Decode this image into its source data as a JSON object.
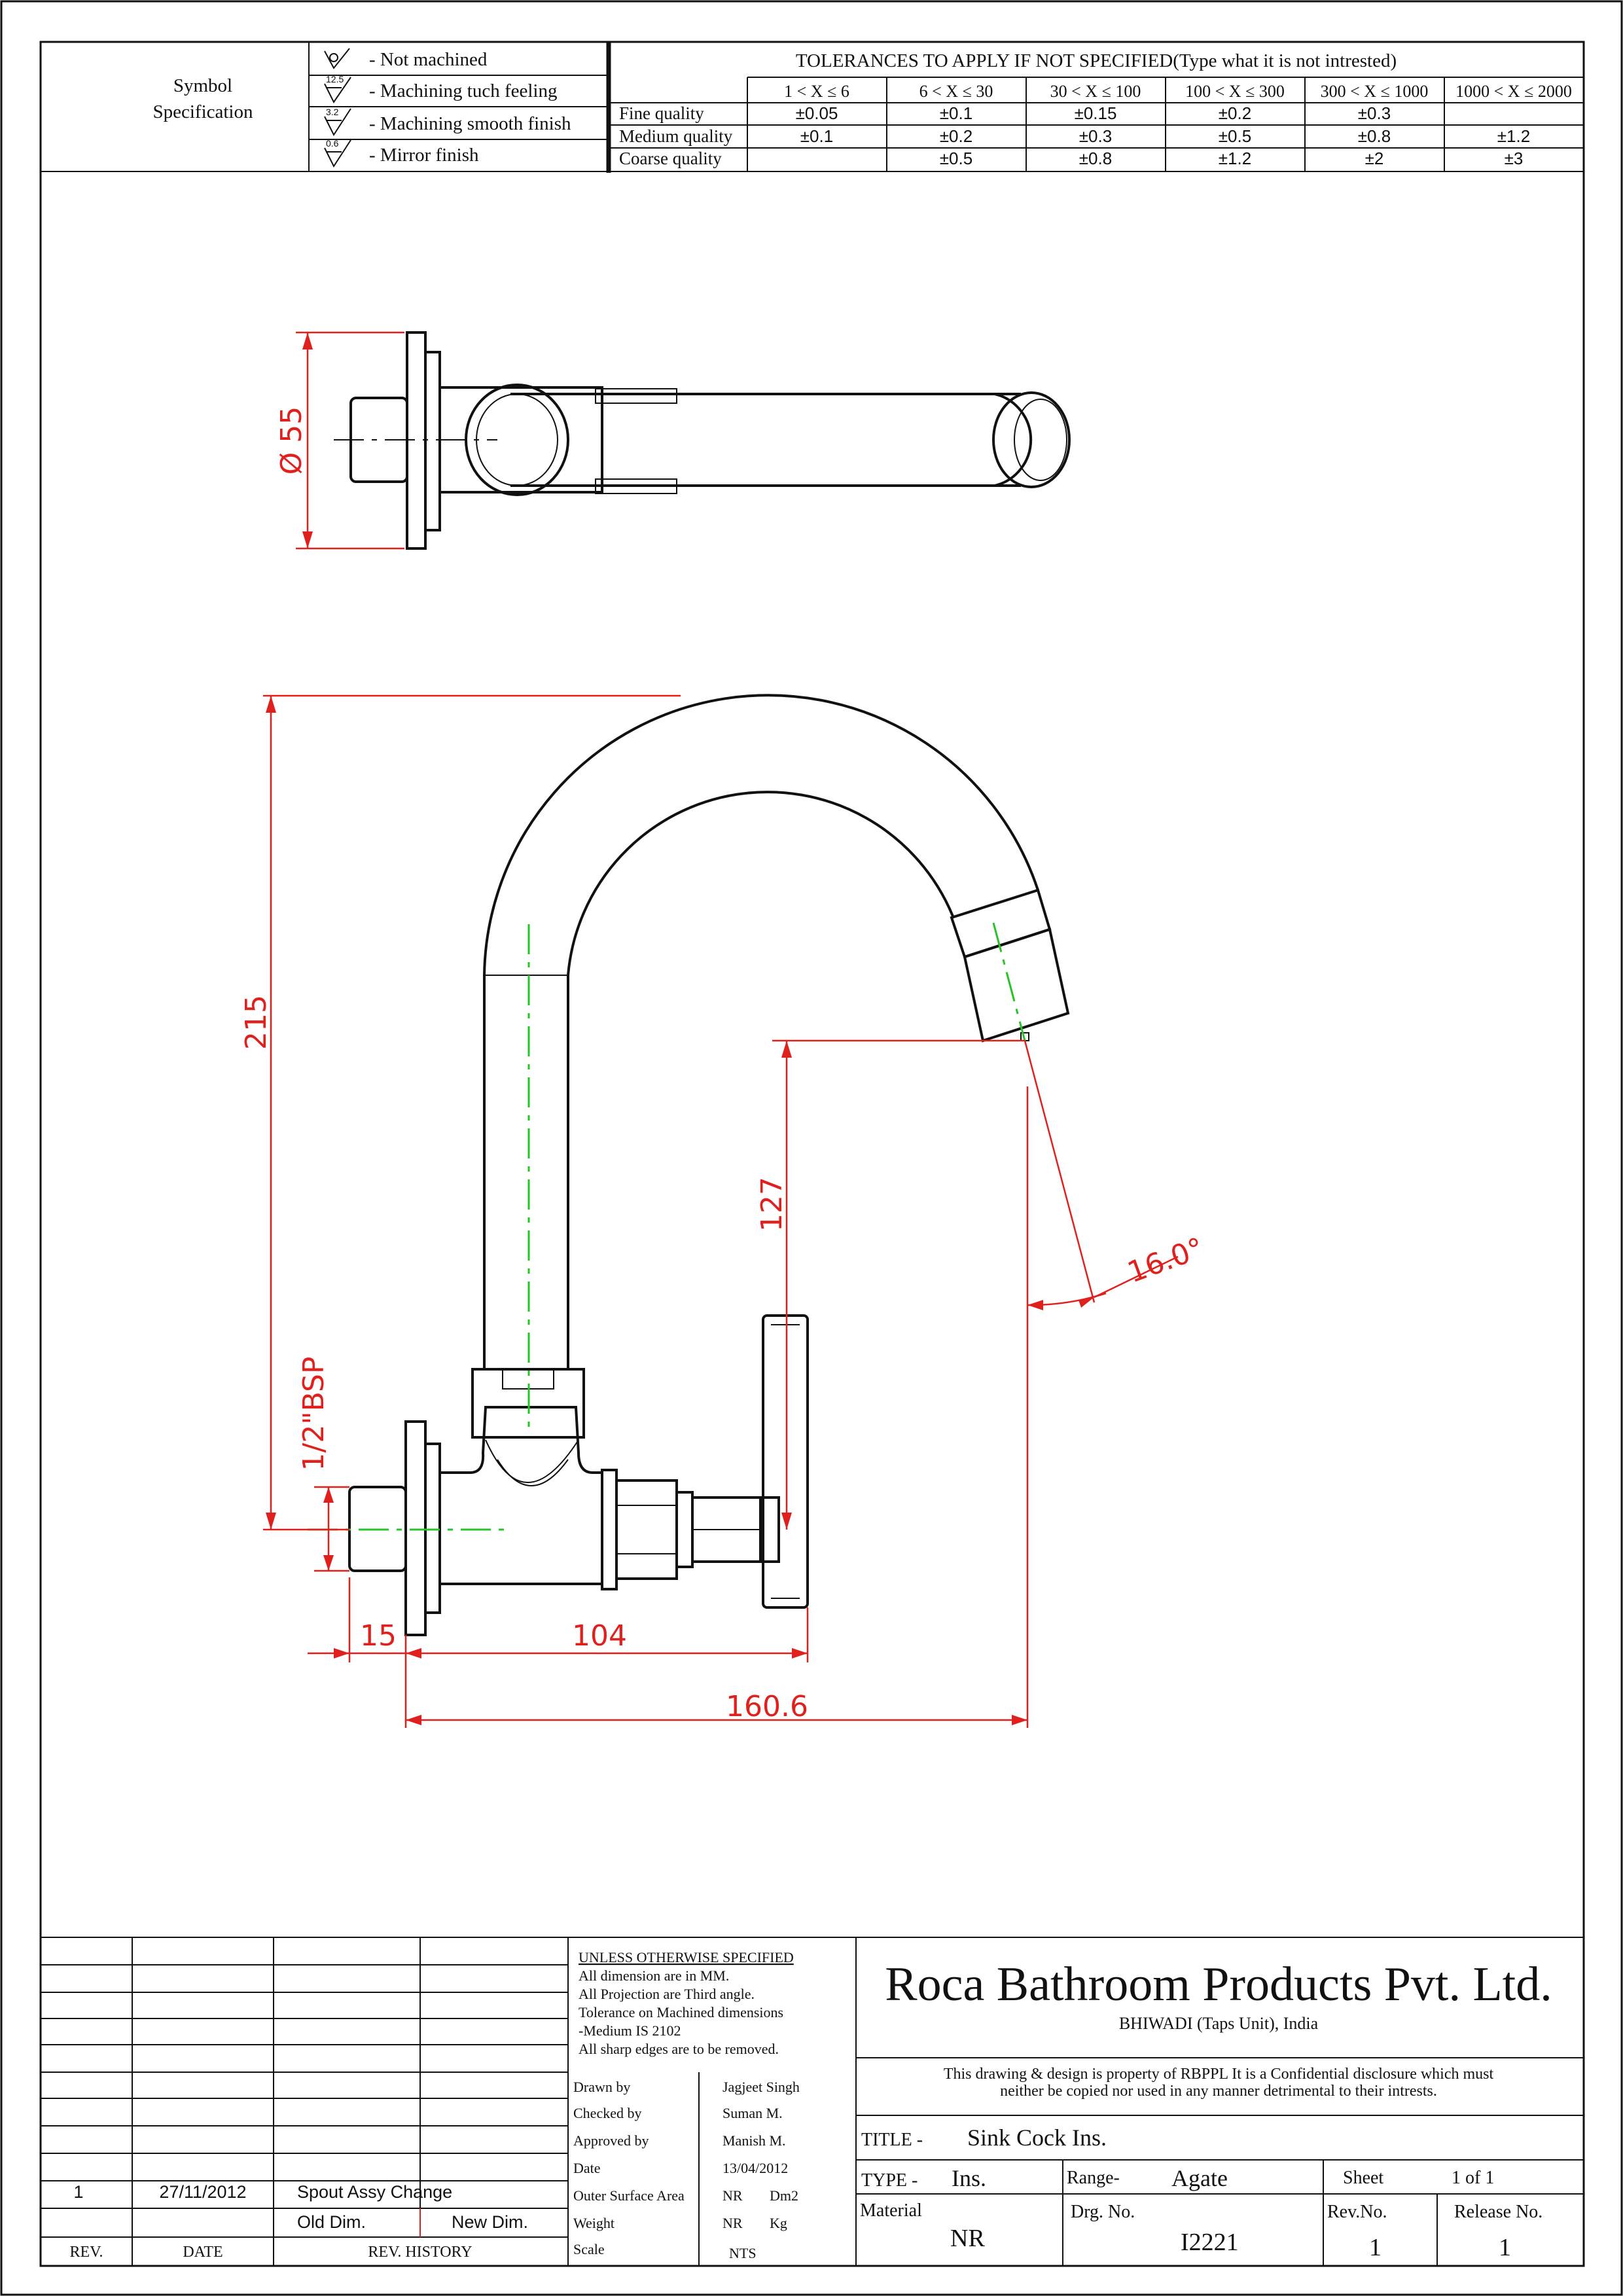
{
  "symbol_spec": {
    "heading_line1": "Symbol",
    "heading_line2": "Specification",
    "items": [
      {
        "mark": "",
        "label": "- Not machined"
      },
      {
        "mark": "12.5",
        "label": "- Machining tuch feeling"
      },
      {
        "mark": "3.2",
        "label": "- Machining smooth finish"
      },
      {
        "mark": "0.6",
        "label": "- Mirror finish"
      }
    ]
  },
  "tolerances": {
    "title": "TOLERANCES TO APPLY IF NOT SPECIFIED(Type what it is not intrested)",
    "ranges": [
      "1 < X ≤ 6",
      "6 < X ≤ 30",
      "30 < X ≤ 100",
      "100 < X ≤ 300",
      "300 < X ≤ 1000",
      "1000 < X ≤ 2000"
    ],
    "rows": [
      {
        "quality": "Fine quality",
        "values": [
          "±0.05",
          "±0.1",
          "±0.15",
          "±0.2",
          "±0.3",
          ""
        ]
      },
      {
        "quality": "Medium quality",
        "values": [
          "±0.1",
          "±0.2",
          "±0.3",
          "±0.5",
          "±0.8",
          "±1.2"
        ]
      },
      {
        "quality": "Coarse quality",
        "values": [
          "",
          "±0.5",
          "±0.8",
          "±1.2",
          "±2",
          "±3"
        ]
      }
    ]
  },
  "dimensions": {
    "dia55": "Ø 55",
    "h215": "215",
    "h127": "127",
    "angle": "16.0°",
    "bsp": "1/2\"BSP",
    "w15": "15",
    "w104": "104",
    "w160": "160.6"
  },
  "title_block": {
    "notes": [
      "UNLESS OTHERWISE SPECIFIED",
      "All dimension are in MM.",
      "All Projection are Third angle.",
      "Tolerance on Machined dimensions",
      "-Medium IS 2102",
      "All sharp edges are to be removed."
    ],
    "company": "Roca Bathroom Products Pvt. Ltd.",
    "unit": "BHIWADI (Taps Unit), India",
    "disclaimer1": "This drawing & design is property of RBPPL It is a Confidential disclosure which must",
    "disclaimer2": "neither be copied nor used in any manner detrimental to their intrests.",
    "fields": [
      {
        "label": "Drawn by",
        "value": "Jagjeet Singh",
        "unit": ""
      },
      {
        "label": "Checked by",
        "value": "Suman M.",
        "unit": ""
      },
      {
        "label": "Approved by",
        "value": "Manish M.",
        "unit": ""
      },
      {
        "label": "Date",
        "value": "13/04/2012",
        "unit": ""
      },
      {
        "label": "Outer Surface Area",
        "value": "NR",
        "unit": "Dm2"
      },
      {
        "label": "Weight",
        "value": "NR",
        "unit": "Kg"
      },
      {
        "label": "Scale",
        "value": "NTS",
        "unit": ""
      }
    ],
    "title_label": "TITLE -",
    "title_value": "Sink Cock Ins.",
    "type_label": "TYPE -",
    "type_value": "Ins.",
    "range_label": "Range-",
    "range_value": "Agate",
    "sheet_label": "Sheet",
    "sheet_value": "1 of 1",
    "material_label": "Material",
    "material_value": "NR",
    "drg_label": "Drg. No.",
    "drg_value": "I2221",
    "rev_label": "Rev.No.",
    "rev_value": "1",
    "release_label": "Release No.",
    "release_value": "1"
  },
  "revision": {
    "rev": "1",
    "date": "27/11/2012",
    "history": "Spout Assy Change",
    "old_label": "Old Dim.",
    "new_label": "New Dim.",
    "col_rev": "REV.",
    "col_date": "DATE",
    "col_history": "REV. HISTORY"
  }
}
